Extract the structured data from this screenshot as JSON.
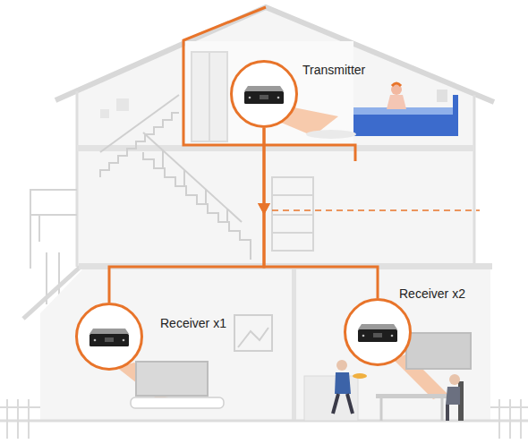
{
  "diagram": {
    "nodes": [
      {
        "text": [
          "Transmitter"
        ]
      },
      {
        "text": [
          "Receiver x1"
        ]
      },
      {
        "text": [
          "Receiver x2"
        ]
      }
    ],
    "edges": [
      {
        "from": 0,
        "to": 1,
        "arrow": "to"
      },
      {
        "from": 0,
        "to": 2,
        "arrow": "to"
      }
    ]
  }
}
